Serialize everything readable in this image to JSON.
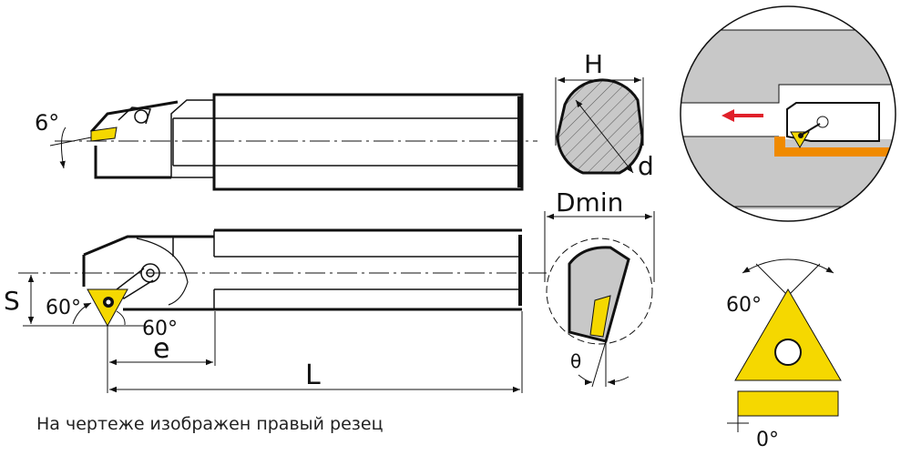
{
  "labels": {
    "top_angle": "6°",
    "H": "H",
    "d": "d",
    "Dmin": "Dmin",
    "S": "S",
    "angle_left": "60°",
    "angle_bottom": "60°",
    "e": "e",
    "L": "L",
    "theta": "θ",
    "insert_angle": "60°",
    "insert_clearance": "0°"
  },
  "caption": "На чертеже изображен правый резец",
  "colors": {
    "insert": "#f5d800",
    "workpiece": "#c8c8c8",
    "cut_path": "#f08a00",
    "feed_arrow": "#e0202a",
    "line": "#111111"
  }
}
